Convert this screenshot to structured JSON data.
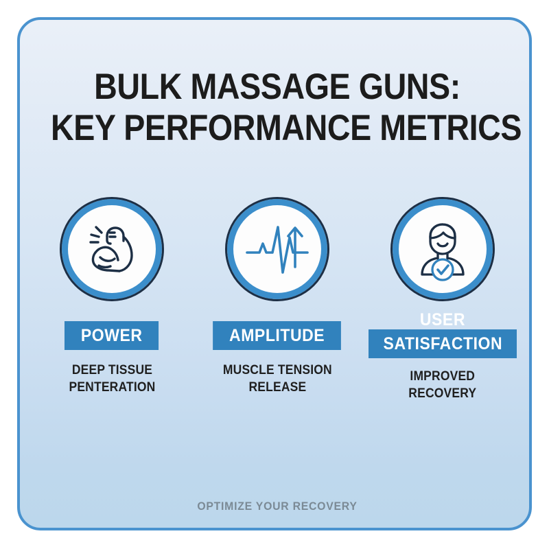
{
  "card": {
    "border_color": "#4a93cf",
    "bg_top_color": "#eaf0f8",
    "bg_bottom_color": "#bcd7ec"
  },
  "title": {
    "line1": "BULK MASSAGE GUNS:",
    "line2": "KEY PERFORMANCE METRICS",
    "color": "#1c1c1c"
  },
  "accent": {
    "blue": "#3182bd",
    "ring_outer": "#1d2f45",
    "ring_inner": "#3b8ecb",
    "icon_dark": "#1d2f45",
    "icon_blue": "#3182bd"
  },
  "metrics": [
    {
      "icon": "flexed-bicep-icon",
      "label": "POWER",
      "caption_line1": "DEEP TISSUE",
      "caption_line2": "PENTERATION",
      "label_style": "box"
    },
    {
      "icon": "pulse-waveform-arrow-icon",
      "label": "AMPLITUDE",
      "caption_line1": "MUSCLE TENSION",
      "caption_line2": "RELEASE",
      "label_style": "box"
    },
    {
      "icon": "user-check-badge-icon",
      "label_line1": "USER",
      "label_line2": "SATISFACTION",
      "caption_line1": "IMPROVED",
      "caption_line2": "RECOVERY",
      "label_style": "stacked-box"
    }
  ],
  "footer": {
    "tagline": "OPTIMIZE YOUR RECOVERY",
    "color": "#7b8a95"
  }
}
